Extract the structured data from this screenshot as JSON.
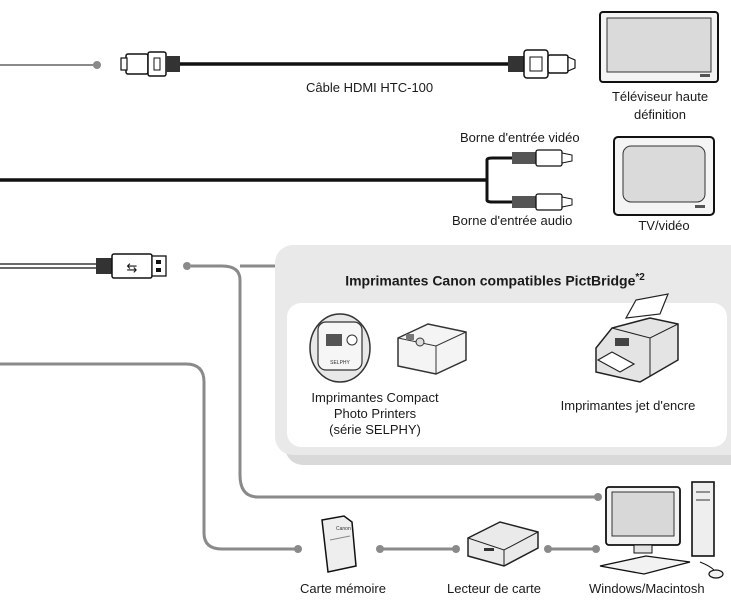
{
  "labels": {
    "hdmi_cable": "Câble HDMI HTC-100",
    "hd_tv_line1": "Téléviseur haute",
    "hd_tv_line2": "définition",
    "video_in": "Borne d'entrée vidéo",
    "audio_in": "Borne d'entrée audio",
    "tv_video": "TV/vidéo",
    "printers_title": "Imprimantes Canon compatibles PictBridge",
    "printers_title_note": "*2",
    "compact_line1": "Imprimantes Compact",
    "compact_line2": "Photo Printers",
    "compact_line3": "(série SELPHY)",
    "inkjet": "Imprimantes jet d'encre",
    "memory_card": "Carte mémoire",
    "card_reader": "Lecteur de carte",
    "computer": "Windows/Macintosh"
  },
  "device_text": {
    "sd_card_brand": "Canon",
    "selphy_brand": "SELPHY"
  },
  "colors": {
    "wire_dark": "#111111",
    "wire_gray": "#8a8a8a",
    "panel": "#e9e9e9",
    "panel_shadow": "#d9d9d9"
  }
}
